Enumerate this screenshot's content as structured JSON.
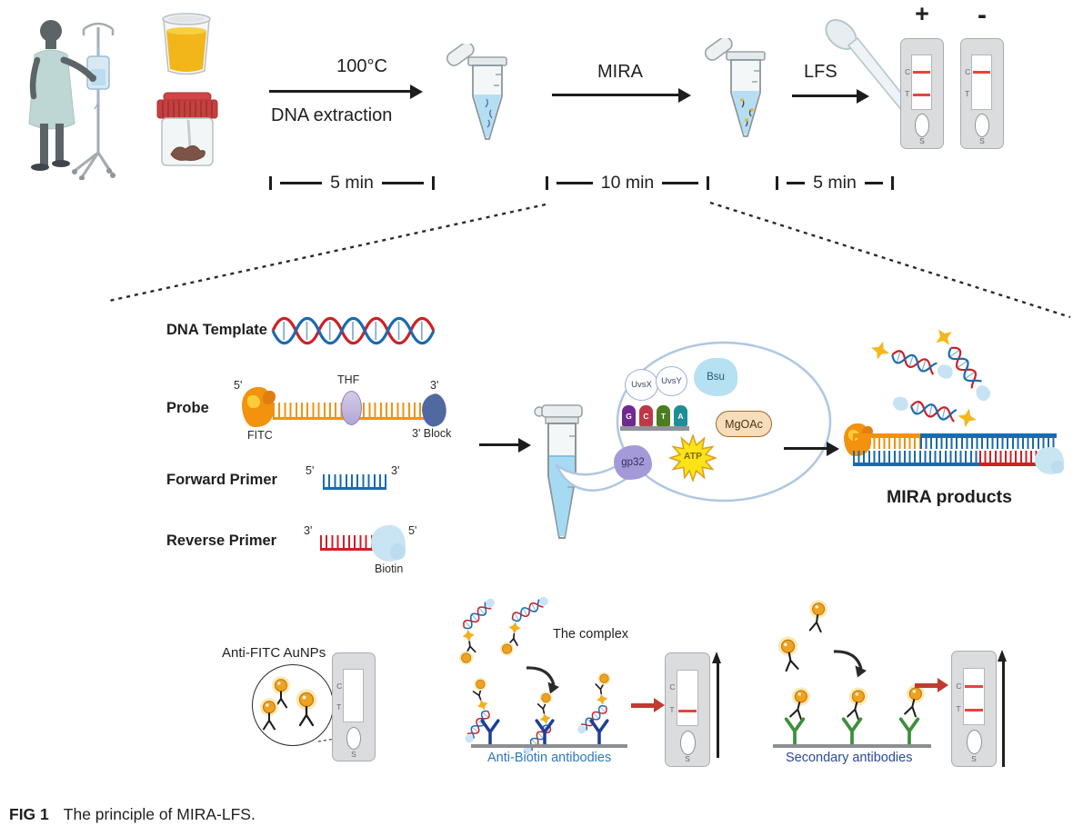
{
  "workflow": {
    "step1_top": "100°C",
    "step1_bottom": "DNA extraction",
    "time1": "5 min",
    "step2": "MIRA",
    "time2": "10 min",
    "step3": "LFS",
    "time3": "5 min",
    "positive": "+",
    "negative": "-"
  },
  "strip": {
    "c": "C",
    "t": "T",
    "s": "S"
  },
  "reagents": {
    "dna_template": "DNA Template",
    "probe": "Probe",
    "forward_primer": "Forward Primer",
    "reverse_primer": "Reverse Primer",
    "five_prime": "5'",
    "three_prime": "3'",
    "thf": "THF",
    "fitc": "FITC",
    "three_block": "3' Block",
    "biotin": "Biotin"
  },
  "reaction": {
    "uvsx": "UvsX",
    "uvsy": "UvsY",
    "bsu": "Bsu",
    "nucleotides": [
      "G",
      "C",
      "T",
      "A"
    ],
    "mgoac": "MgOAc",
    "gp32": "gp32",
    "atp": "ATP",
    "products": "MIRA products"
  },
  "detection": {
    "anti_fitc": "Anti-FITC AuNPs",
    "complex": "The complex",
    "anti_biotin": "Anti-Biotin antibodies",
    "secondary": "Secondary antibodies"
  },
  "caption": {
    "tag": "FIG 1",
    "text": "The principle of MIRA-LFS."
  },
  "colors": {
    "test_line_red": "#e8443e",
    "gold_nanoparticle": "#f0a11f",
    "probe_orange": "#f2920f",
    "primer_blue": "#1b6ab0",
    "primer_red": "#cc2127",
    "biotin_blue": "#c9e4f2",
    "antibody_blue": "#1e3f94",
    "antibody_green": "#3f8f3d",
    "anti_biotin_label_blue": "#2e78c2",
    "secondary_label_navy": "#2b4a9e"
  }
}
